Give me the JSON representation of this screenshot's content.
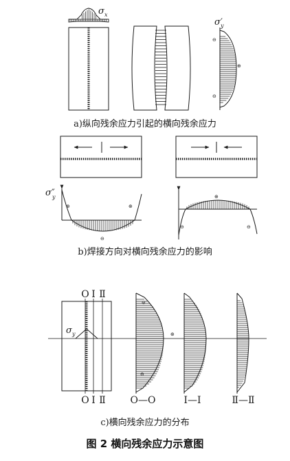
{
  "panel_a": {
    "sigma_x": "σ",
    "sigma_x_sub": "x",
    "sigma_y_prime": "σ′",
    "sigma_y_prime_sub": "y",
    "caption": "a)纵向残余应力引起的横向残余应力",
    "signs": [
      "⊖",
      "⊕",
      "⊖"
    ]
  },
  "panel_b": {
    "sigma_y_dprime": "σ″",
    "sigma_y_dprime_sub": "y",
    "caption": "b)焊接方向对横向残余应力的影响",
    "signs_left": [
      "⊕",
      "⊕",
      "⊖"
    ],
    "signs_right": [
      "⊕",
      "⊖",
      "⊖"
    ]
  },
  "panel_c": {
    "section_labels_top": [
      "O",
      "Ⅰ",
      "Ⅱ"
    ],
    "section_labels_bottom": [
      "O",
      "Ⅰ",
      "Ⅱ"
    ],
    "sigma_y": "σ",
    "sigma_y_sub": "y",
    "signs": [
      "⊖",
      "⊕",
      "⊖"
    ],
    "profile_labels": [
      "O—O",
      "Ⅰ—Ⅰ",
      "Ⅱ—Ⅱ"
    ],
    "caption": "c)横向残余应力的分布"
  },
  "figure_title": "图 2    横向残余应力示意图"
}
